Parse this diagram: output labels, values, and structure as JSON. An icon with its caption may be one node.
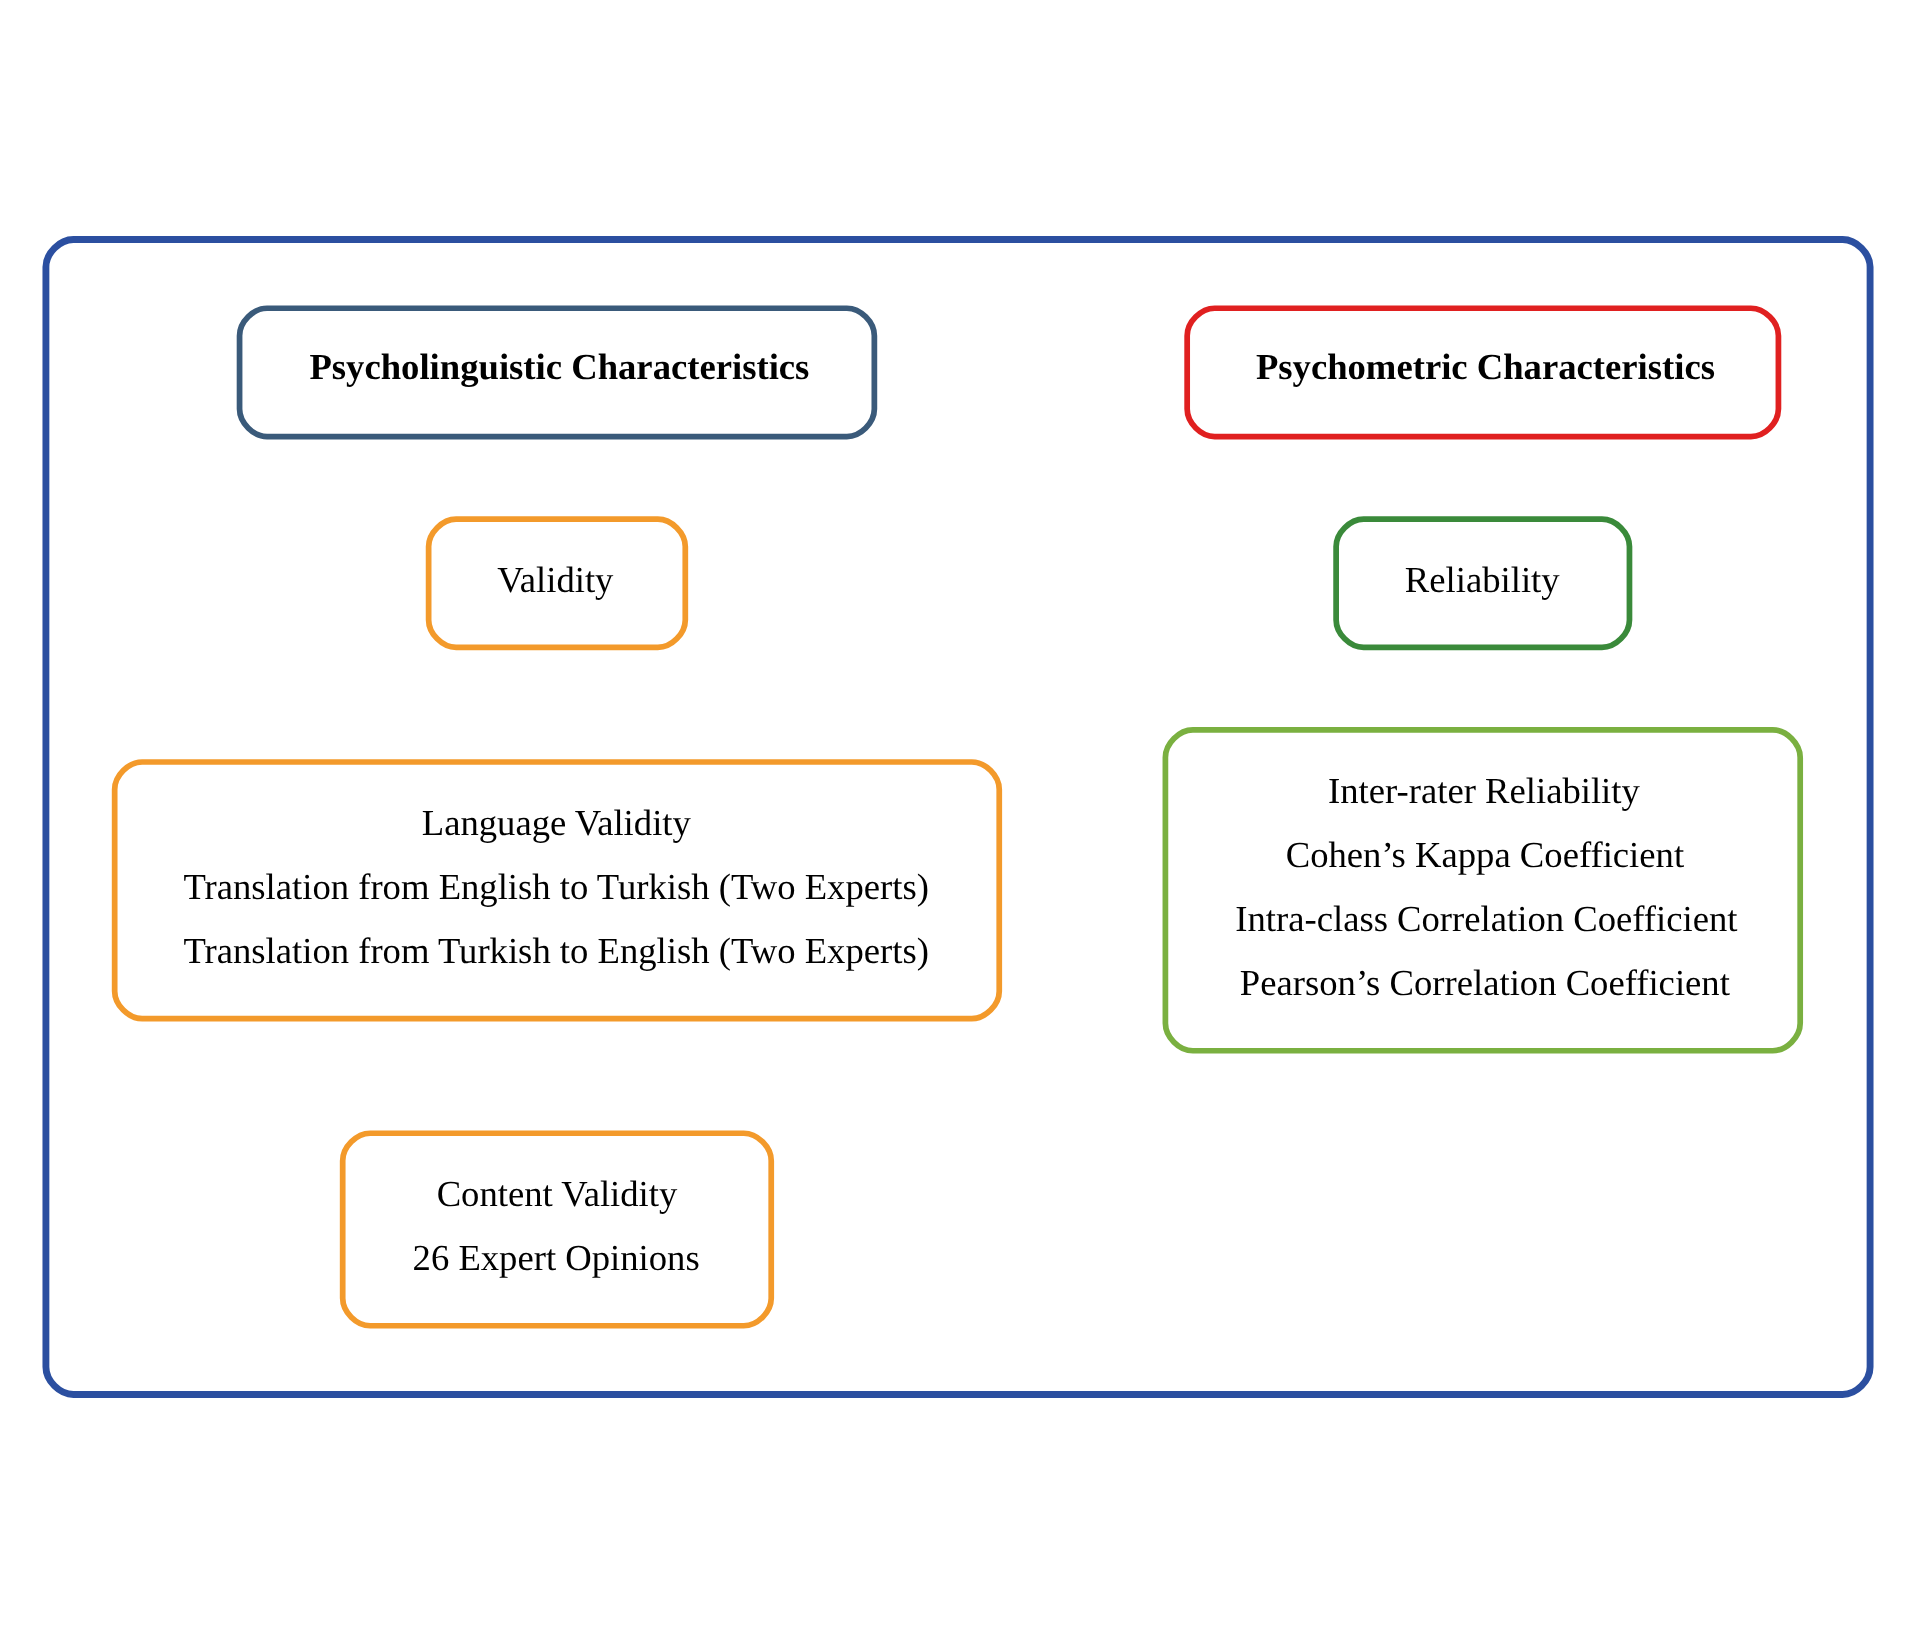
{
  "diagram": {
    "nodes": [
      {
        "text": [],
        "shape": "box"
      },
      {
        "text": [
          "Psycholinguistic Characteristics"
        ],
        "in": 0
      },
      {
        "text": [
          "Psychometric Characteristics"
        ],
        "in": 0
      },
      {
        "text": [
          "Validity"
        ],
        "in": 0
      },
      {
        "text": [
          "Reliability"
        ],
        "in": 0
      },
      {
        "text": [
          "Language Validity",
          "Translation from English to Turkish (Two Experts)",
          "Translation from Turkish to English (Two Experts)"
        ],
        "in": 0
      },
      {
        "text": [
          "Inter-rater Reliability",
          "Cohen’s Kappa Coefficient",
          "Intra-class Correlation Coefficient",
          "Pearson’s Correlation Coefficient"
        ],
        "in": 0
      },
      {
        "text": [
          "Content Validity",
          "26 Expert Opinions"
        ],
        "in": 0
      }
    ],
    "edges": []
  }
}
